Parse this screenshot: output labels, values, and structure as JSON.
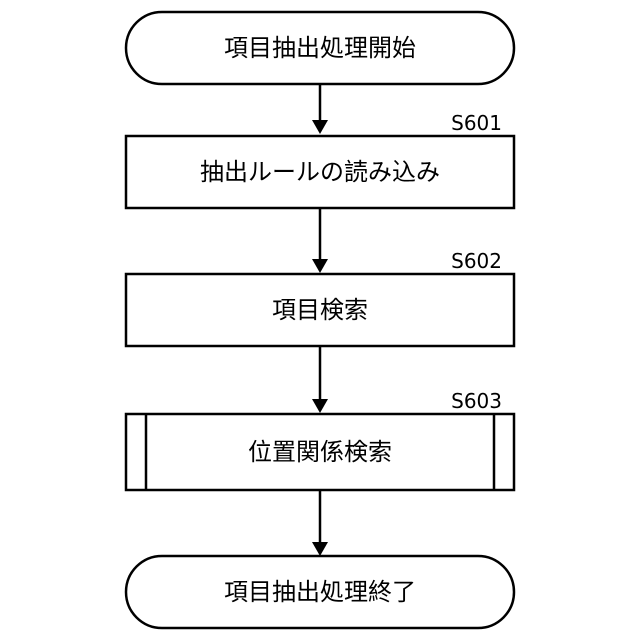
{
  "flowchart": {
    "start": {
      "text": "項目抽出処理開始"
    },
    "steps": [
      {
        "id": "S601",
        "text": "抽出ルールの読み込み"
      },
      {
        "id": "S602",
        "text": "項目検索"
      },
      {
        "id": "S603",
        "text": "位置関係検索"
      }
    ],
    "end": {
      "text": "項目抽出処理終了"
    }
  }
}
